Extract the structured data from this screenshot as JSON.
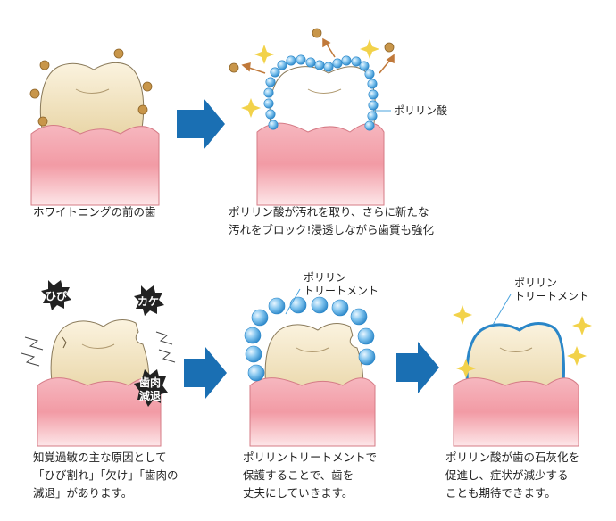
{
  "captions": {
    "p1": "ホワイトニングの前の歯",
    "p2": "ポリリン酸が汚れを取り、さらに新たな\n汚れをブロック!浸透しながら歯質も強化",
    "p3": "知覚過敏の主な原因として\n「ひび割れ」「欠け」「歯肉の\n減退」があります。",
    "p4": "ポリリントリートメントで\n保護することで、歯を\n丈夫にしていきます。",
    "p5": "ポリリン酸が歯の石灰化を\n促進し、症状が減少する\nことも期待できます。"
  },
  "labels": {
    "polyphosphate": "ポリリン酸",
    "treatment_line1": "ポリリン",
    "treatment_line2": "トリートメント"
  },
  "badges": {
    "crack": "ひび",
    "chip": "カケ",
    "gum_line1": "歯肉",
    "gum_line2": "減退"
  },
  "colors": {
    "gum": "#f29ba5",
    "tooth": "#f5e8c8",
    "bead": "#4aa3dd",
    "arrow": "#1a6fb3",
    "dirt": "#c8964a",
    "badge": "#222222",
    "sparkle": "#f2d24a"
  }
}
